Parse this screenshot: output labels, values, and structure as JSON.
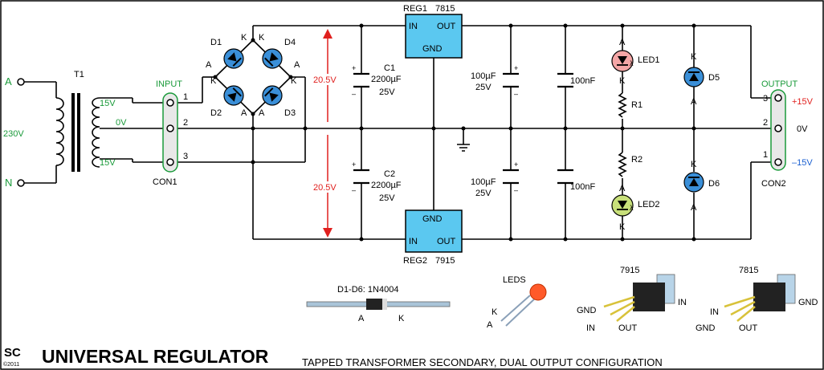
{
  "title": "UNIVERSAL REGULATOR",
  "subtitle": "TAPPED TRANSFORMER SECONDARY, DUAL OUTPUT CONFIGURATION",
  "logo": "SC",
  "copyright": "©2011",
  "transformer": {
    "ref": "T1",
    "mains_a": "A",
    "mains_n": "N",
    "mains_v": "230V",
    "sec_top": "15V",
    "sec_mid": "0V",
    "sec_bot": "15V"
  },
  "con1": {
    "label": "INPUT",
    "ref": "CON1",
    "pin1": "1",
    "pin2": "2",
    "pin3": "3"
  },
  "con2": {
    "label": "OUTPUT",
    "ref": "CON2",
    "pin1": "1",
    "pin2": "2",
    "pin3": "3",
    "v_pos": "+15V",
    "v_gnd": "0V",
    "v_neg": "–15V"
  },
  "bridge": {
    "d1": "D1",
    "d2": "D2",
    "d3": "D3",
    "d4": "D4",
    "a": "A",
    "k": "K"
  },
  "volts": {
    "top": "20.5V",
    "bot": "20.5V"
  },
  "c1": {
    "ref": "C1",
    "val": "2200µF",
    "v": "25V"
  },
  "c2": {
    "ref": "C2",
    "val": "2200µF",
    "v": "25V"
  },
  "reg1": {
    "ref": "REG1",
    "part": "7815",
    "in": "IN",
    "out": "OUT",
    "gnd": "GND"
  },
  "reg2": {
    "ref": "REG2",
    "part": "7915",
    "in": "IN",
    "out": "OUT",
    "gnd": "GND"
  },
  "c3": {
    "val": "100µF",
    "v": "25V"
  },
  "c4": {
    "val": "100µF",
    "v": "25V"
  },
  "c5": {
    "val": "100nF"
  },
  "c6": {
    "val": "100nF"
  },
  "led1": {
    "ref": "LED1",
    "a": "A",
    "k": "K",
    "sym": "λ"
  },
  "led2": {
    "ref": "LED2",
    "a": "A",
    "k": "K",
    "sym": "λ"
  },
  "r1": "R1",
  "r2": "R2",
  "d5": {
    "ref": "D5",
    "k": "K",
    "a": "A"
  },
  "d6": {
    "ref": "D6",
    "k": "K",
    "a": "A"
  },
  "legend": {
    "diode_title": "D1-D6: 1N4004",
    "diode_a": "A",
    "diode_k": "K",
    "leds_title": "LEDS",
    "led_k": "K",
    "led_a": "A",
    "r7915_title": "7915",
    "r7915_gnd": "GND",
    "r7915_in_right": "IN",
    "r7915_in": "IN",
    "r7915_out": "OUT",
    "r7815_title": "7815",
    "r7815_in": "IN",
    "r7815_gnd": "GND",
    "r7815_out": "OUT",
    "r7815_gnd_right": "GND"
  },
  "colors": {
    "diode": "#3a8fd8",
    "regulator": "#5bc8f0",
    "led1": "#f4a6a6",
    "led2": "#c8e07a",
    "label_green": "#1a9a3a",
    "label_red": "#e0201e",
    "label_blue": "#1a5fd0"
  }
}
